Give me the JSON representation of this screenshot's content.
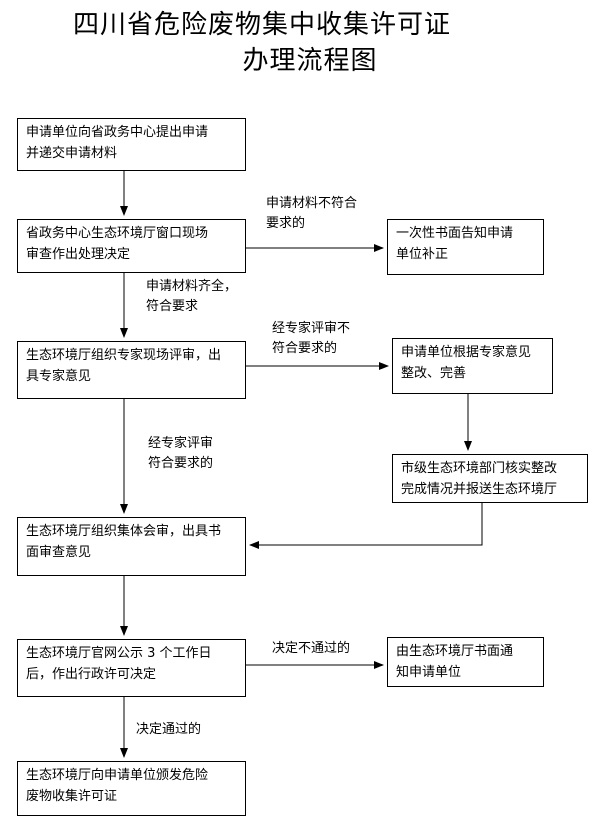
{
  "title": {
    "line1": "四川省危险废物集中收集许可证",
    "line2": "办理流程图"
  },
  "boxes": {
    "b1": {
      "line1": "申请单位向省政务中心提出申请",
      "line2": "并递交申请材料"
    },
    "b2": {
      "line1": "省政务中心生态环境厅窗口现场",
      "line2": "审查作出处理决定"
    },
    "b3": {
      "line1": "生态环境厅组织专家现场评审，出",
      "line2": "具专家意见"
    },
    "b4": {
      "line1": "生态环境厅组织集体会审，出具书",
      "line2": "面审查意见"
    },
    "b5": {
      "line1": "生态环境厅官网公示 3 个工作日",
      "line2": "后，作出行政许可决定"
    },
    "b6": {
      "line1": "生态环境厅向申请单位颁发危险",
      "line2": "废物收集许可证"
    },
    "r1": {
      "line1": "一次性书面告知申请",
      "line2": "单位补正"
    },
    "r2": {
      "line1": "申请单位根据专家意见",
      "line2": "整改、完善"
    },
    "r3": {
      "line1": "市级生态环境部门核实整改",
      "line2": "完成情况并报送生态环境厅"
    },
    "r4": {
      "line1": "由生态环境厅书面通",
      "line2": "知申请单位"
    }
  },
  "labels": {
    "l1": {
      "line1": "申请材料不符合",
      "line2": "要求的"
    },
    "l2": {
      "line1": "申请材料齐全，",
      "line2": "符合要求"
    },
    "l3": {
      "line1": "经专家评审不",
      "line2": "符合要求的"
    },
    "l4": {
      "line1": "经专家评审",
      "line2": "符合要求的"
    },
    "l5": {
      "line1": "决定不通过的"
    },
    "l6": {
      "line1": "决定通过的"
    }
  }
}
